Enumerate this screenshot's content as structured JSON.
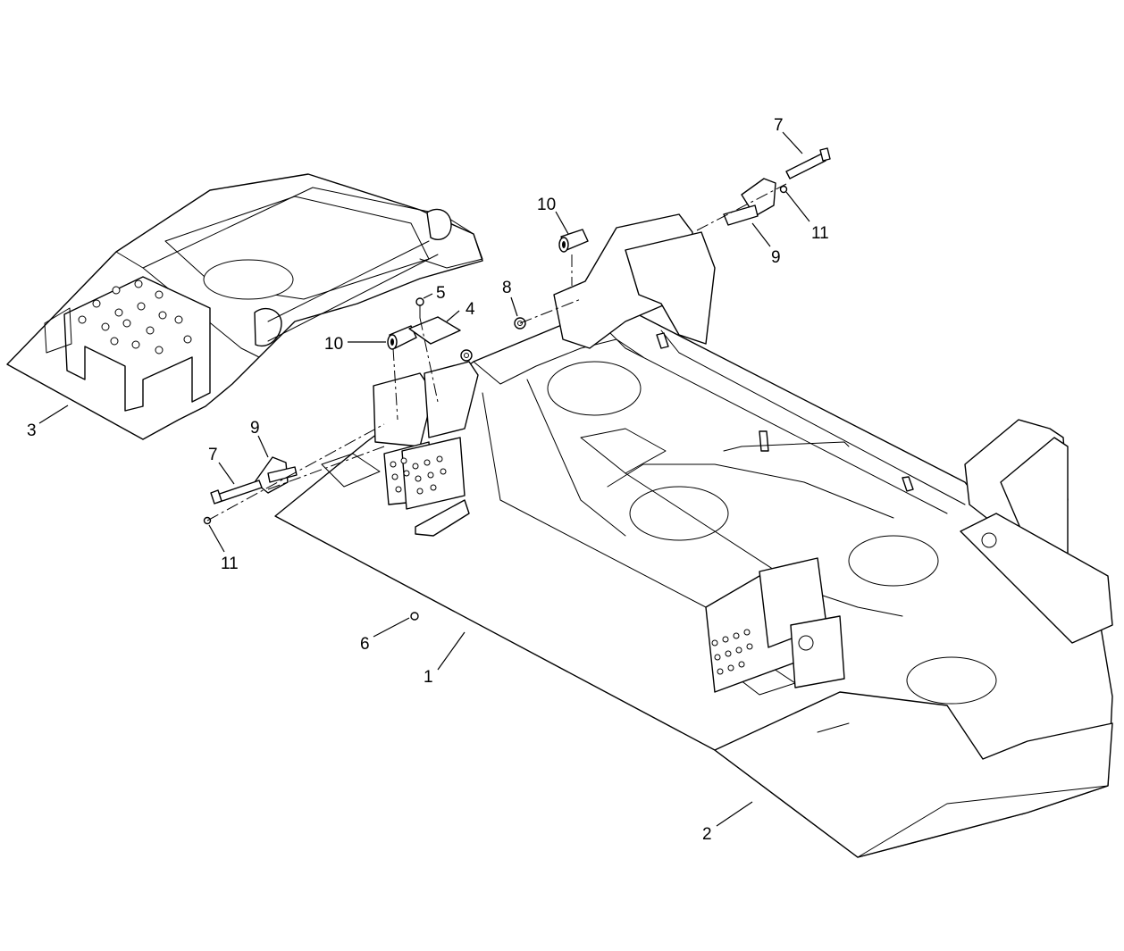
{
  "callouts": [
    {
      "id": "c1",
      "label": "1"
    },
    {
      "id": "c2",
      "label": "2"
    },
    {
      "id": "c3",
      "label": "3"
    },
    {
      "id": "c4",
      "label": "4"
    },
    {
      "id": "c5",
      "label": "5"
    },
    {
      "id": "c6",
      "label": "6"
    },
    {
      "id": "c7a",
      "label": "7"
    },
    {
      "id": "c7b",
      "label": "7"
    },
    {
      "id": "c8",
      "label": "8"
    },
    {
      "id": "c9a",
      "label": "9"
    },
    {
      "id": "c9b",
      "label": "9"
    },
    {
      "id": "c10a",
      "label": "10"
    },
    {
      "id": "c10b",
      "label": "10"
    },
    {
      "id": "c11a",
      "label": "11"
    },
    {
      "id": "c11b",
      "label": "11"
    }
  ]
}
